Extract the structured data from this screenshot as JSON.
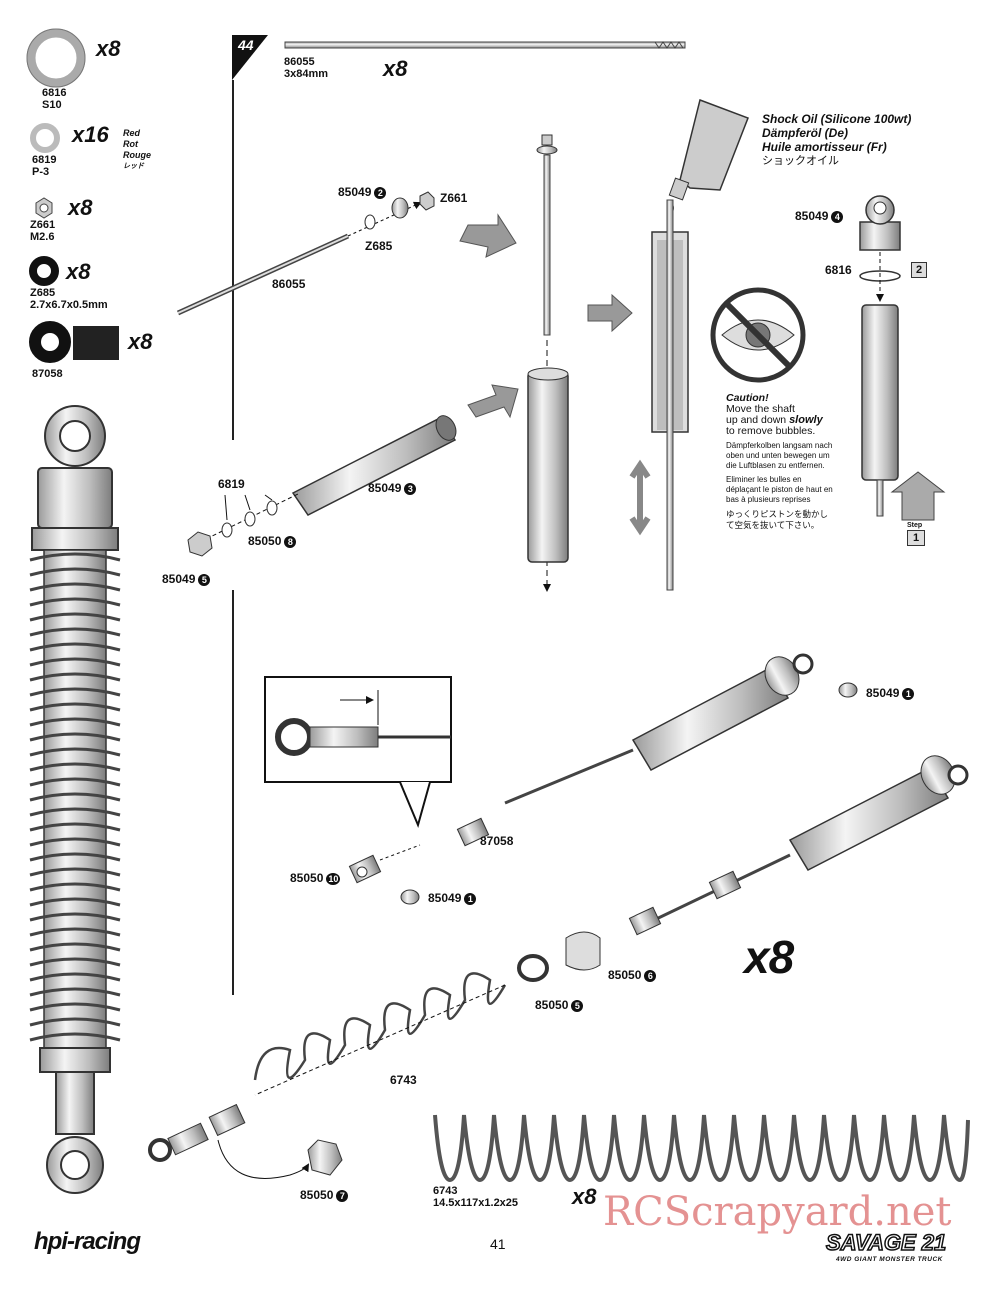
{
  "step_number": "44",
  "parts_list": [
    {
      "part": "6816",
      "size": "S10",
      "qty": "x8"
    },
    {
      "part": "6819",
      "size": "P-3",
      "qty": "x16",
      "colors": [
        "Red",
        "Rot",
        "Rouge",
        "レッド"
      ]
    },
    {
      "part": "Z661",
      "size": "M2.6",
      "qty": "x8"
    },
    {
      "part": "Z685",
      "size": "2.7x6.7x0.5mm",
      "qty": "x8"
    },
    {
      "part": "87058",
      "size": "",
      "qty": "x8"
    }
  ],
  "shaft": {
    "part": "86055",
    "size": "3x84mm",
    "qty": "x8"
  },
  "oil": {
    "title_en": "Shock Oil (Silicone 100wt)",
    "title_de": "Dämpferöl (De)",
    "title_fr": "Huile amortisseur (Fr)",
    "title_jp": "ショックオイル"
  },
  "caution": {
    "title": "Caution!",
    "line1": "Move the shaft",
    "line2_pre": "up and down ",
    "line2_em": "slowly",
    "line3": "to remove bubbles.",
    "de": "Dämpferkolben langsam nach oben und unten bewegen um die Luftblasen zu entfernen.",
    "fr": "Eliminer les bulles en déplaçant le piston de haut en bas à plusieurs reprises",
    "jp": "ゆっくりピストンを動かして空気を抜いて下さい。"
  },
  "labels": {
    "p85049_2": "85049",
    "b2": "2",
    "z661": "Z661",
    "z685": "Z685",
    "shaft_86055": "86055",
    "p6819": "6819",
    "p85049_3": "85049",
    "b3": "3",
    "p85050_8": "85050",
    "b8": "8",
    "p85049_5": "85049",
    "b5": "5",
    "p85049_4": "85049",
    "b4": "4",
    "p6816": "6816",
    "step_label": "Step",
    "step1": "1",
    "step2": "2",
    "p85049_1a": "85049",
    "b1a": "1",
    "p87058": "87058",
    "p85050_10": "85050",
    "b10": "10",
    "p85049_1b": "85049",
    "b1b": "1",
    "p85050_6": "85050",
    "b6": "6",
    "p85050_5": "85050",
    "b5b": "5",
    "p6743": "6743",
    "p85050_7": "85050",
    "b7": "7",
    "spring_part": "6743",
    "spring_size": "14.5x117x1.2x25",
    "spring_qty": "x8",
    "big_qty": "x8"
  },
  "footer": {
    "brand": "hpi-racing",
    "page_number": "41",
    "product": "SAVAGE 21",
    "product_sub": "4WD GIANT MONSTER TRUCK",
    "watermark": "RCScrapyard.net"
  }
}
